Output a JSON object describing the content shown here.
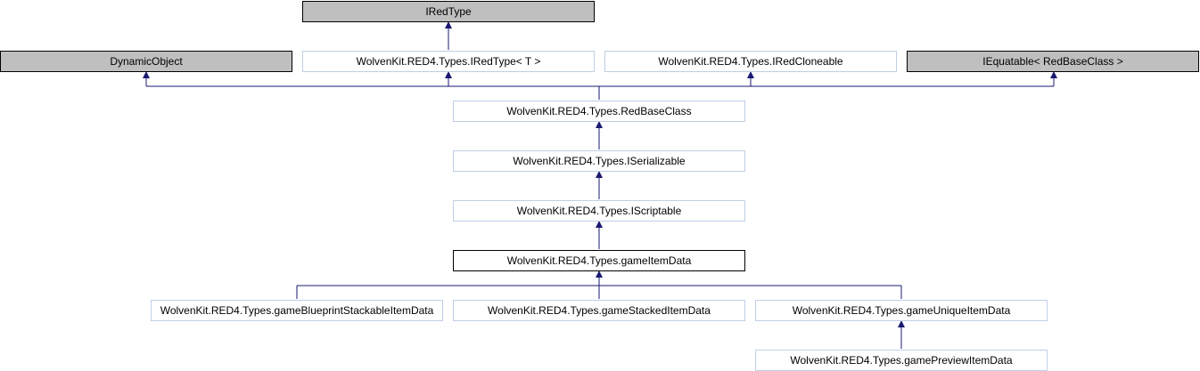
{
  "diagram": {
    "nodes": {
      "iredtype": "IRedType",
      "dynamicobject": "DynamicObject",
      "iredtype_t": "WolvenKit.RED4.Types.IRedType< T >",
      "iredcloneable": "WolvenKit.RED4.Types.IRedCloneable",
      "iequatable": "IEquatable< RedBaseClass >",
      "redbaseclass": "WolvenKit.RED4.Types.RedBaseClass",
      "iserializable": "WolvenKit.RED4.Types.ISerializable",
      "iscriptable": "WolvenKit.RED4.Types.IScriptable",
      "gameitemdata": "WolvenKit.RED4.Types.gameItemData",
      "blueprintstackable": "WolvenKit.RED4.Types.gameBlueprintStackableItemData",
      "stackeditemdata": "WolvenKit.RED4.Types.gameStackedItemData",
      "uniqueitemdata": "WolvenKit.RED4.Types.gameUniqueItemData",
      "previewitemdata": "WolvenKit.RED4.Types.gamePreviewItemData"
    },
    "colors": {
      "edge": "#191970",
      "external_fill": "#bfbfbf",
      "normal_border": "#bfcfe6",
      "current_border": "#000000"
    }
  }
}
